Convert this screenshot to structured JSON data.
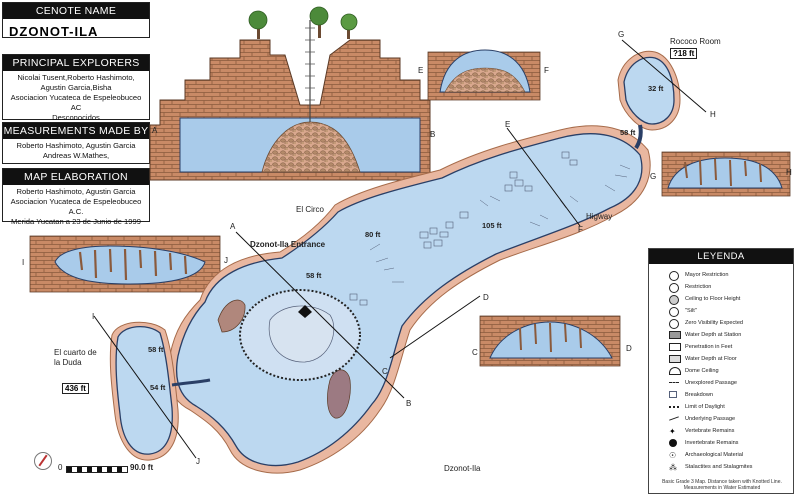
{
  "title_block": {
    "cenote_name_heading": "CENOTE NAME",
    "cenote_name": "DZONOT-ILA",
    "explorers_heading": "PRINCIPAL EXPLORERS",
    "explorers_lines": [
      "Nicolai Tusent,Roberto Hashimoto,",
      "Agustin Garcia,Bisha",
      "Asociacion Yucateca de Espeleobuceo AC",
      "Desconocidos"
    ],
    "measurements_heading": "MEASUREMENTS MADE BY",
    "measurements_lines": [
      "Roberto Hashimoto, Agustin Garcia",
      "Andreas W.Mathes,"
    ],
    "elaboration_heading": "MAP ELABORATION",
    "elaboration_lines": [
      "Roberto Hashimoto, Agustin Garcia",
      "Asociacion Yucateca de Espeleobuceo A.C.",
      "Merida Yucatan a 23 de Junio de 1999"
    ]
  },
  "map_labels": {
    "rococo_room": "Rococo Room",
    "rococo_depth_box": "?18 ft",
    "el_circo": "El Circo",
    "higway": "Higway",
    "entrance": "Dzonot-Ila Entrance",
    "cuarto_line1": "El cuarto de",
    "cuarto_line2": "la Duda",
    "cuarto_depth_box": "436 ft",
    "bottom_name": "Dzonot-Ila"
  },
  "depths": [
    "32 ft",
    "58 ft",
    "80 ft",
    "105 ft",
    "58 ft",
    "58 ft",
    "54 ft"
  ],
  "section_letters": {
    "A_main": "A",
    "B_main": "B",
    "C_main": "C",
    "D_main": "D",
    "E_main": "E",
    "F_main": "F",
    "G_main": "G",
    "H_main": "H",
    "I_main": "I",
    "J_main": "J",
    "A_sec": "A",
    "B_sec": "B",
    "E_sec": "E",
    "F_sec": "F",
    "G_sec": "G",
    "H_sec": "H",
    "I_sec": "I",
    "J_sec": "J",
    "C_sec": "C",
    "D_sec": "D"
  },
  "scale_bar": {
    "start": "0",
    "end": "90.0 ft"
  },
  "north": {
    "label": "N"
  },
  "legend": {
    "heading": "LEYENDA",
    "items": [
      "Mayor Restriction",
      "Restriction",
      "Ceiling to Floor Height",
      "\"Silt\"",
      "Zero Visibility Expected",
      "Water Depth at Station",
      "Penetration in Feet",
      "Water Depth at Floor",
      "Dome Ceiling",
      "Unexplored Passage",
      "Breakdown",
      "Limit of Daylight",
      "Underlying Passage",
      "Vertebrate Remains",
      "Invertebrate Remains",
      "Archaeological Material",
      "Stalactites and Stalagmites"
    ],
    "note": "Basic Grade 3 Map. Distance taken with Knotted Line. Measurements in Water Estimated"
  },
  "colors": {
    "water": "#bcd8f0",
    "water_edge": "#2a3f66",
    "rock": "#c98a66",
    "mortar": "#8a5a3c",
    "rim": "#e9b7a0"
  }
}
